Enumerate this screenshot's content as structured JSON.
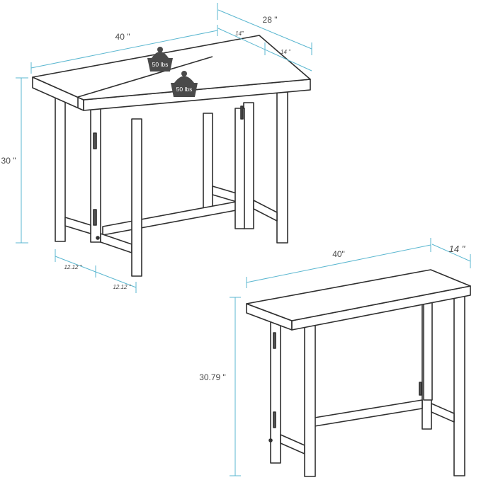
{
  "colors": {
    "dimension_line": "#5bb7d0",
    "furniture_stroke": "#2f2f2f",
    "furniture_fill": "#ffffff",
    "weight_fill": "#4a4a4a",
    "text": "#4a4a4a"
  },
  "open_table": {
    "width_label": "40 \"",
    "depth_label": "28 \"",
    "leaf_left_label": "14\"",
    "leaf_right_label": "14 \"",
    "height_label": "30 \"",
    "base_left_label": "12.12 \"",
    "base_right_label": "12.12 \"",
    "weights": [
      {
        "label": "50 lbs"
      },
      {
        "label": "50 lbs"
      }
    ]
  },
  "folded_table": {
    "width_label": "40\"",
    "depth_label": "14 \"",
    "height_label": "30.79 \""
  },
  "icons": {
    "weight": "weight-icon"
  }
}
